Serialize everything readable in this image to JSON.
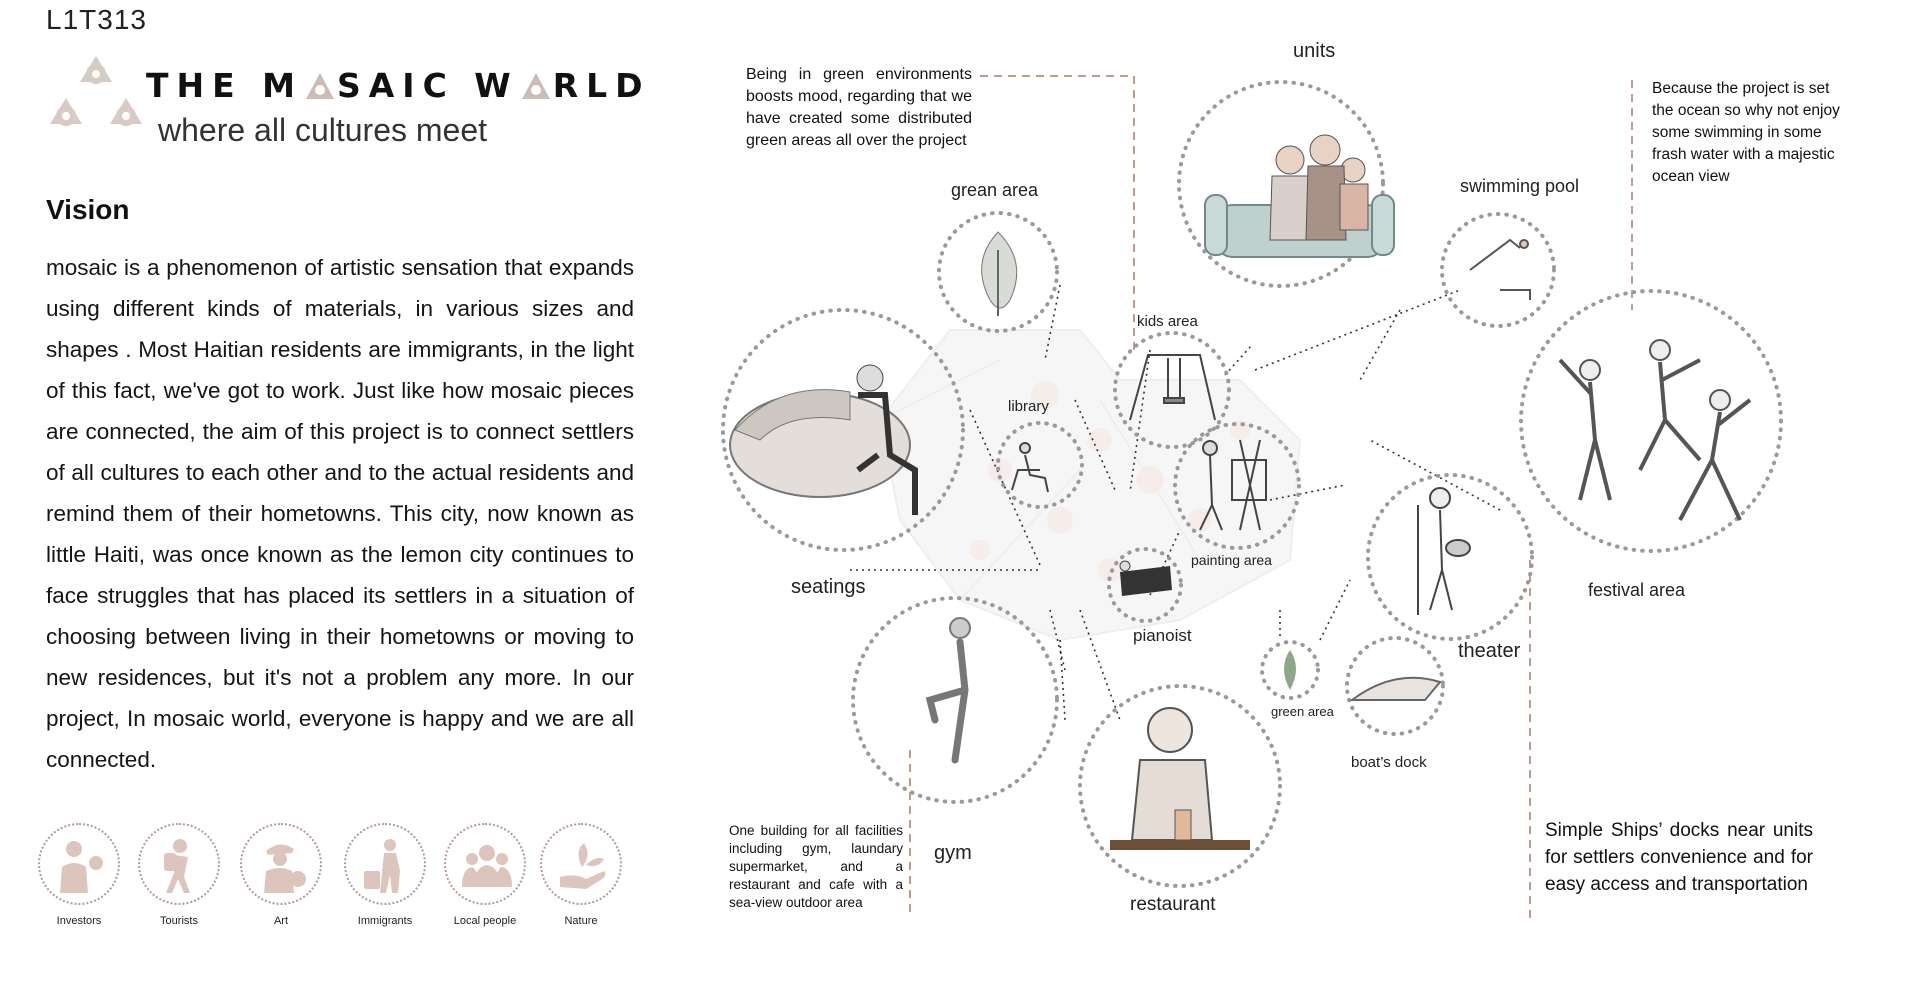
{
  "sheet_code": "L1T313",
  "brand": {
    "title_parts": [
      "THE M",
      "SAIC W",
      "RLD"
    ],
    "subtitle": "where all cultures meet"
  },
  "vision": {
    "heading": "Vision",
    "body": "mosaic is a phenomenon of artistic sensation that expands using different kinds of materials, in various sizes and shapes .  Most Haitian residents are immigrants, in the light of this fact, we've got to work. Just like how mosaic pieces are connected, the aim of this project is to connect settlers of all cultures to each other and to the actual residents and remind them of their hometowns. This city, now known as little Haiti, was once known as the lemon city continues to face struggles that has placed its settlers in a situation of choosing between living in their hometowns or moving to new residences, but it's not a problem any more. In our project, In mosaic world, everyone is happy and we are all connected."
  },
  "stakeholders": [
    {
      "label": "Investors",
      "icon": "investor-icon"
    },
    {
      "label": "Tourists",
      "icon": "tourist-icon"
    },
    {
      "label": "Art",
      "icon": "art-icon"
    },
    {
      "label": "Immigrants",
      "icon": "immigrant-icon"
    },
    {
      "label": "Local people",
      "icon": "local-people-icon"
    },
    {
      "label": "Nature",
      "icon": "nature-icon"
    }
  ],
  "diagram": {
    "nodes": {
      "units": "units",
      "swimming_pool": "swimming pool",
      "grean_area": "grean area",
      "kids_area": "kids area",
      "library": "library",
      "seatings": "seatings",
      "painting_area": "painting area",
      "pianoist": "pianoist",
      "festival_area": "festival area",
      "theater": "theater",
      "gym": "gym",
      "restaurant": "restaurant",
      "green_area_small": "green area",
      "boats_dock": "boat’s dock"
    },
    "notes": {
      "green": "Being in green environments boosts mood, regarding that we have created some distributed green areas all over the project",
      "ocean": "Because the project is set the ocean so why not enjoy some swimming in some frash water with a majestic ocean view",
      "facilities": "One building for all facilities including gym, laundary supermarket, and a restaurant and cafe with a sea-view outdoor area",
      "docks": "Simple Ships’ docks near units for settlers convenience and for easy access and transportation"
    }
  },
  "colors": {
    "accent": "#c9a59a",
    "dotted_ring": "#9a9a9a",
    "logo": "#d6c8c2",
    "text": "#111111"
  }
}
